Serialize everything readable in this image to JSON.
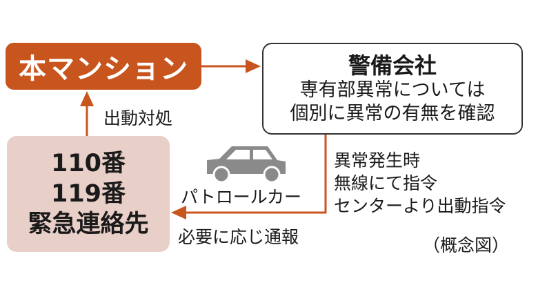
{
  "colors": {
    "accent": "#c8551e",
    "pink_box": "#e8cfc7",
    "car": "#8a8a8a"
  },
  "nodes": {
    "mansion": "本マンション",
    "security_company": {
      "title": "警備会社",
      "lines": [
        "専有部異常については",
        "個別に異常の有無を確認"
      ]
    },
    "emergency": {
      "lines": [
        "110番",
        "119番",
        "緊急連絡先"
      ]
    }
  },
  "edges": {
    "dispatch": "出動対処",
    "patrol_car": "パトロールカー",
    "notify": "必要に応じ通報",
    "alarm_instruction": [
      "異常発生時",
      "無線にて指令",
      "センターより出動指令"
    ]
  },
  "icons": {
    "car": "car-icon"
  },
  "caption": "（概念図）"
}
